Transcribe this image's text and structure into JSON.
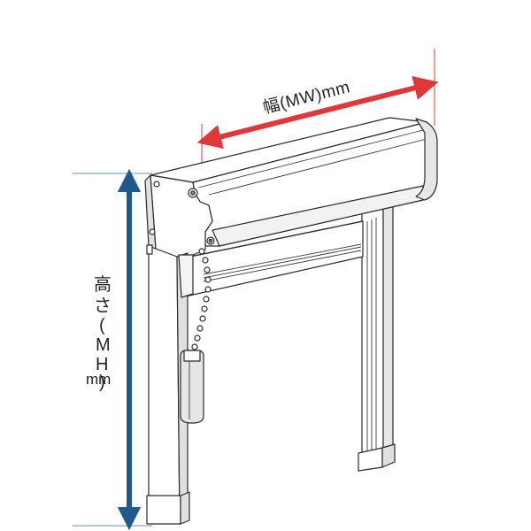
{
  "dimensions": {
    "width": {
      "label": "幅(MW)mm",
      "color": "#e0383a"
    },
    "height": {
      "lines": [
        "高",
        "さ",
        "(",
        "M",
        "H",
        ")",
        "mm"
      ],
      "color": "#1f5a8f"
    }
  },
  "colors": {
    "outline": "#2a2a2a",
    "body_fill": "#ffffff",
    "body_shade": "#e6e6e6",
    "body_dark": "#cfcfcf",
    "guide_line": "#6a8fb8"
  }
}
